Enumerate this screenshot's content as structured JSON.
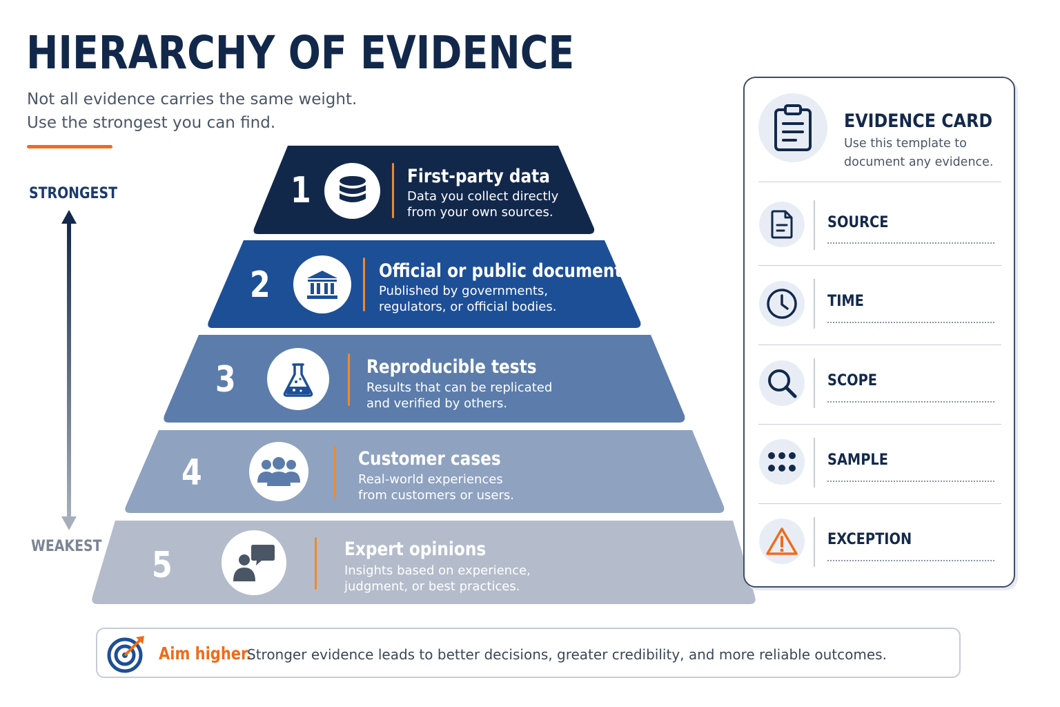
{
  "header": {
    "title": "HIERARCHY OF EVIDENCE",
    "subtitle_lines": [
      "Not all evidence carries the same weight.",
      "Use the strongest you can find."
    ]
  },
  "scale": {
    "strongest_label": "STRONGEST",
    "weakest_label": "WEAKEST"
  },
  "tiers": [
    {
      "number": "1",
      "title": "First-party data",
      "desc": [
        "Data you collect directly",
        "from your own sources."
      ],
      "icon": "database-icon",
      "color": "#12284b"
    },
    {
      "number": "2",
      "title": "Official or public documents",
      "desc": [
        "Published by governments,",
        "regulators, or official bodies."
      ],
      "icon": "bank-icon",
      "color": "#1d4f97"
    },
    {
      "number": "3",
      "title": "Reproducible tests",
      "desc": [
        "Results that can be replicated",
        "and verified by others."
      ],
      "icon": "flask-icon",
      "color": "#5c7dab"
    },
    {
      "number": "4",
      "title": "Customer cases",
      "desc": [
        "Real-world experiences",
        "from customers or users."
      ],
      "icon": "users-icon",
      "color": "#8fa2c0"
    },
    {
      "number": "5",
      "title": "Expert opinions",
      "desc": [
        "Insights based on experience,",
        "judgment, or best practices."
      ],
      "icon": "chat-person-icon",
      "color": "#b4bccb"
    }
  ],
  "card": {
    "title": "EVIDENCE CARD",
    "subtitle_lines": [
      "Use this template to",
      "document any evidence."
    ],
    "icon": "clipboard-icon",
    "fields": [
      {
        "label": "SOURCE",
        "icon": "document-icon"
      },
      {
        "label": "TIME",
        "icon": "clock-icon"
      },
      {
        "label": "SCOPE",
        "icon": "magnifier-icon"
      },
      {
        "label": "SAMPLE",
        "icon": "dots-icon"
      },
      {
        "label": "EXCEPTION",
        "icon": "warning-icon"
      }
    ]
  },
  "footer": {
    "lead": "Aim higher.",
    "text": "Stronger evidence leads to better decisions, greater credibility, and more reliable outcomes.",
    "icon": "target-icon"
  },
  "colors": {
    "accent": "#ef6c1a",
    "navy": "#12284b"
  }
}
